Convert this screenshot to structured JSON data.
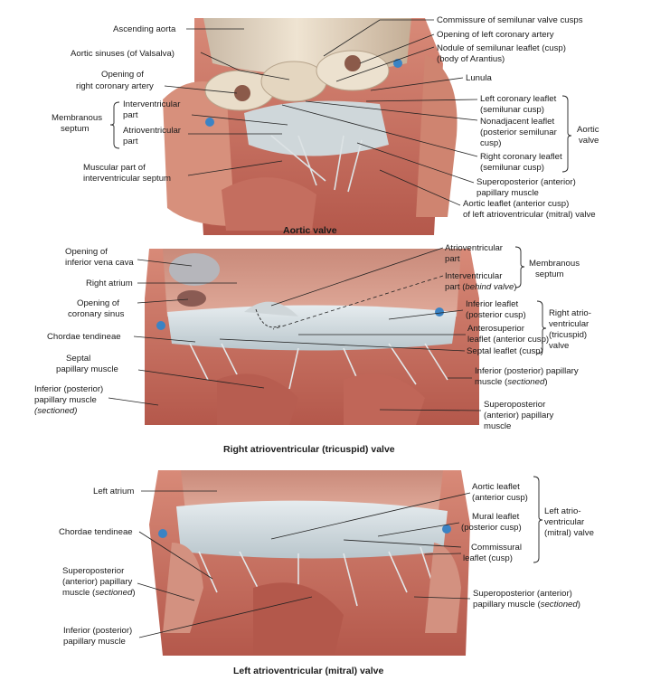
{
  "panels": {
    "aortic": {
      "caption": "Aortic valve",
      "labels": {
        "ascending_aorta": "Ascending aorta",
        "aortic_sinuses": "Aortic sinuses (of Valsalva)",
        "opening_rca_1": "Opening of",
        "opening_rca_2": "right coronary artery",
        "membranous_1": "Membranous",
        "membranous_2": "septum",
        "interventricular_1": "Interventricular",
        "interventricular_2": "part",
        "atrioventricular_1": "Atrioventricular",
        "atrioventricular_2": "part",
        "muscular_1": "Muscular part of",
        "muscular_2": "interventricular septum",
        "commissure": "Commissure of semilunar valve cusps",
        "opening_lca": "Opening of left coronary artery",
        "nodule_1": "Nodule of semilunar leaflet (cusp)",
        "nodule_2": "(body of Arantius)",
        "lunula": "Lunula",
        "left_coronary_1": "Left coronary leaflet",
        "left_coronary_2": "(semilunar cusp)",
        "nonadjacent_1": "Nonadjacent leaflet",
        "nonadjacent_2": "(posterior semilunar",
        "nonadjacent_3": "cusp)",
        "right_coronary_1": "Right coronary leaflet",
        "right_coronary_2": "(semilunar cusp)",
        "superoposterior_1": "Superoposterior (anterior)",
        "superoposterior_2": "papillary muscle",
        "aortic_leaflet_1": "Aortic leaflet (anterior cusp)",
        "aortic_leaflet_2": "of left atrioventricular (mitral) valve",
        "aortic_valve_1": "Aortic",
        "aortic_valve_2": "valve"
      }
    },
    "tricuspid": {
      "caption": "Right atrioventricular (tricuspid) valve",
      "labels": {
        "ivc_1": "Opening of",
        "ivc_2": "inferior vena cava",
        "right_atrium": "Right atrium",
        "cs_1": "Opening of",
        "cs_2": "coronary sinus",
        "chordae": "Chordae tendineae",
        "septal_pap_1": "Septal",
        "septal_pap_2": "papillary muscle",
        "inf_pap_1": "Inferior (posterior)",
        "inf_pap_2": "papillary muscle",
        "inf_pap_3": "sectioned",
        "av_part_1": "Atrioventricular",
        "av_part_2": "part",
        "iv_part_1": "Interventricular",
        "iv_part_2": "part (",
        "iv_part_3": "behind valve",
        "iv_part_4": ")",
        "membranous_1": "Membranous",
        "membranous_2": "septum",
        "inferior_leaflet_1": "Inferior leaflet",
        "inferior_leaflet_2": "(posterior cusp)",
        "anterosup_1": "Anterosuperior",
        "anterosup_2": "leaflet (anterior cusp)",
        "septal_leaflet": "Septal leaflet (cusp)",
        "tricuspid_1": "Right atrio-",
        "tricuspid_2": "ventricular",
        "tricuspid_3": "(tricuspid)",
        "tricuspid_4": "valve",
        "inf_post_pap_1": "Inferior (posterior) papillary",
        "inf_post_pap_2": "muscle (",
        "inf_post_pap_3": "sectioned",
        "inf_post_pap_4": ")",
        "supero_pap_1": "Superoposterior",
        "supero_pap_2": "(anterior) papillary",
        "supero_pap_3": "muscle"
      }
    },
    "mitral": {
      "caption": "Left atrioventricular (mitral) valve",
      "labels": {
        "left_atrium": "Left atrium",
        "chordae": "Chordae tendineae",
        "supero_l_1": "Superoposterior",
        "supero_l_2": "(anterior) papillary",
        "supero_l_3": "muscle (",
        "supero_l_4": "sectioned",
        "supero_l_5": ")",
        "inf_pap_1": "Inferior (posterior)",
        "inf_pap_2": "papillary muscle",
        "aortic_leaflet_1": "Aortic leaflet",
        "aortic_leaflet_2": "(anterior cusp)",
        "mural_1": "Mural leaflet",
        "mural_2": "(posterior cusp)",
        "commissural_1": "Commissural",
        "commissural_2": "leaflet (cusp)",
        "mitral_1": "Left atrio-",
        "mitral_2": "ventricular",
        "mitral_3": "(mitral) valve",
        "supero_r_1": "Superoposterior (anterior)",
        "supero_r_2": "papillary muscle (",
        "supero_r_3": "sectioned",
        "supero_r_4": ")"
      }
    }
  }
}
